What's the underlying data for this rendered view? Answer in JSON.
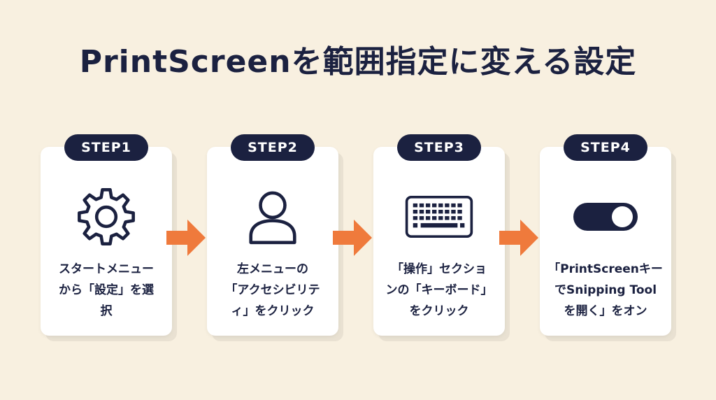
{
  "title": "PrintScreenを範囲指定に変える設定",
  "steps": [
    {
      "badge": "STEP1",
      "icon": "gear-icon",
      "lines": [
        "スタートメニュー",
        "から「設定」を選",
        "択"
      ]
    },
    {
      "badge": "STEP2",
      "icon": "user-icon",
      "lines": [
        "左メニューの",
        "「アクセシビリテ",
        "ィ」をクリック"
      ]
    },
    {
      "badge": "STEP3",
      "icon": "keyboard-icon",
      "lines": [
        "「操作」セクショ",
        "ンの「キーボード」",
        "をクリック"
      ]
    },
    {
      "badge": "STEP4",
      "icon": "toggle-switch-icon",
      "lines": [
        "「PrintScreenキー",
        "でSnipping Tool",
        "を開く」をオン"
      ]
    }
  ],
  "colors": {
    "background": "#f8f0e0",
    "navy": "#1b2140",
    "arrow": "#ef7a3c",
    "card": "#ffffff"
  }
}
